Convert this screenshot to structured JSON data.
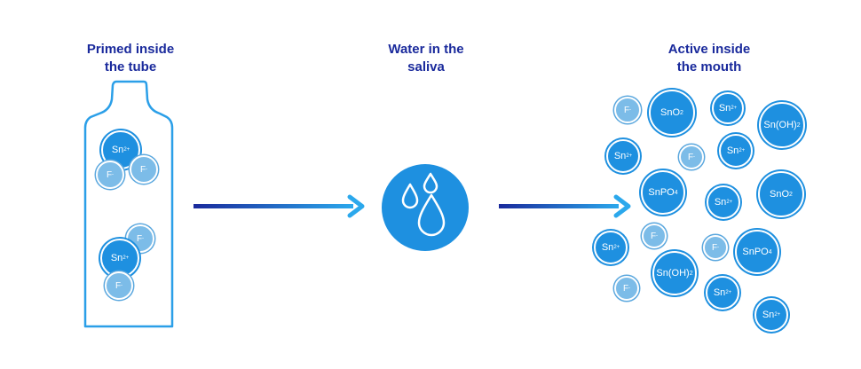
{
  "stages": [
    {
      "title_line1": "Primed inside",
      "title_line2": "the tube"
    },
    {
      "title_line1": "Water in the",
      "title_line2": "saliva"
    },
    {
      "title_line1": "Active inside",
      "title_line2": "the mouth"
    }
  ],
  "colors": {
    "heading": "#1a2a9c",
    "ion_big": "#1e90e0",
    "ion_small": "#7cbce8",
    "outline": "#2b9fe8",
    "arrow_start": "#1a2a9c",
    "arrow_end": "#2ba8ec"
  },
  "icons": [
    "tube-outline-icon",
    "water-drops-icon",
    "arrow-right-icon"
  ],
  "ions": {
    "tube": [
      {
        "base": "Sn",
        "sup": "2+",
        "size": "big"
      },
      {
        "base": "F",
        "sup": "-",
        "size": "small"
      },
      {
        "base": "F",
        "sup": "-",
        "size": "small"
      },
      {
        "base": "F",
        "sup": "-",
        "size": "small"
      },
      {
        "base": "Sn",
        "sup": "2+",
        "size": "big"
      },
      {
        "base": "F",
        "sup": "-",
        "size": "small"
      }
    ],
    "mouth": [
      {
        "base": "F",
        "sup": "-",
        "size": "small"
      },
      {
        "base": "SnO",
        "sub": "2",
        "size": "big"
      },
      {
        "base": "Sn",
        "sup": "2+",
        "size": "big"
      },
      {
        "base": "Sn(OH)",
        "sub": "2",
        "size": "big"
      },
      {
        "base": "Sn",
        "sup": "2+",
        "size": "big"
      },
      {
        "base": "F",
        "sup": "-",
        "size": "small"
      },
      {
        "base": "Sn",
        "sup": "2+",
        "size": "big"
      },
      {
        "base": "SnPO",
        "sub": "4",
        "size": "big"
      },
      {
        "base": "Sn",
        "sup": "2+",
        "size": "big"
      },
      {
        "base": "SnO",
        "sub": "2",
        "size": "big"
      },
      {
        "base": "F",
        "sup": "-",
        "size": "small"
      },
      {
        "base": "Sn",
        "sup": "2+",
        "size": "big"
      },
      {
        "base": "F",
        "sup": "-",
        "size": "small"
      },
      {
        "base": "SnPO",
        "sub": "4",
        "size": "big"
      },
      {
        "base": "Sn(OH)",
        "sub": "2",
        "size": "big"
      },
      {
        "base": "F",
        "sup": "-",
        "size": "small"
      },
      {
        "base": "Sn",
        "sup": "2+",
        "size": "big"
      },
      {
        "base": "Sn",
        "sup": "2+",
        "size": "big"
      }
    ]
  }
}
